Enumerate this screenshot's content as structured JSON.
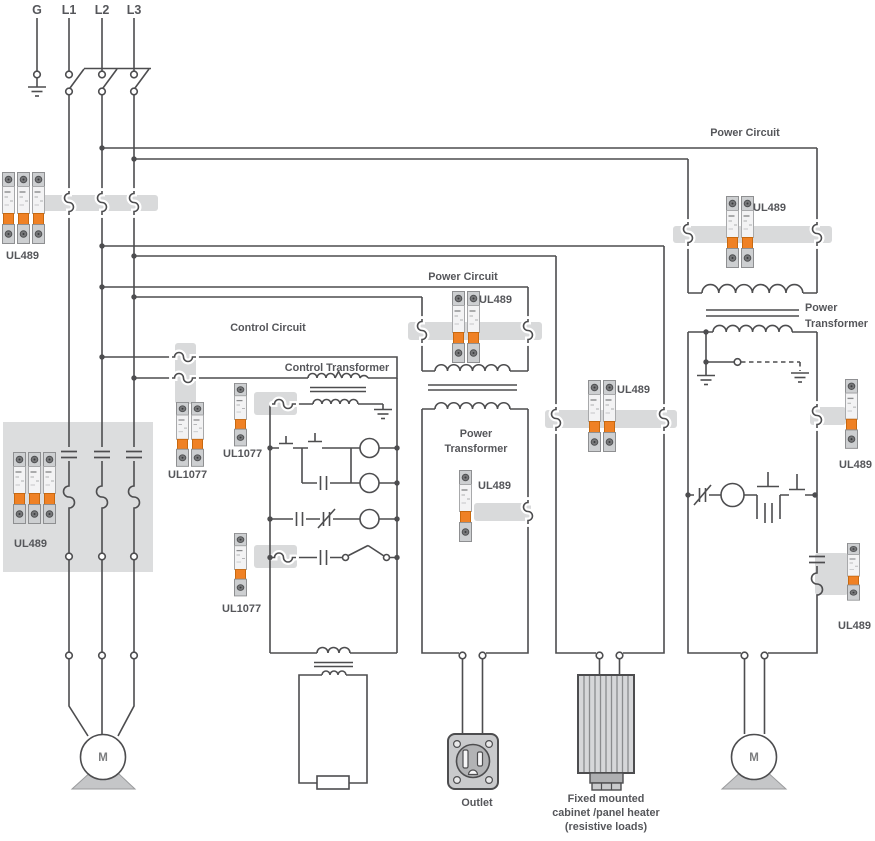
{
  "diagram": {
    "terminals": {
      "g": "G",
      "l1": "L1",
      "l2": "L2",
      "l3": "L3"
    },
    "section_labels": {
      "power_circuit_top": "Power Circuit",
      "power_circuit_mid": "Power Circuit",
      "control_circuit": "Control Circuit",
      "control_transformer": "Control Transformer",
      "power_transformer_right": {
        "line1": "Power",
        "line2": "Transformer"
      },
      "power_transformer_mid": {
        "line1": "Power",
        "line2": "Transformer"
      }
    },
    "breaker_labels": {
      "ul489": "UL489",
      "ul1077": "UL1077"
    },
    "loads": {
      "outlet": "Outlet",
      "heater": {
        "line1": "Fixed mounted",
        "line2": "cabinet /panel heater",
        "line3": "(resistive loads)"
      },
      "motor": "M"
    },
    "colors": {
      "wire": "#4d4d4f",
      "label_text": "#55565a",
      "connector_band": "#d9dadb",
      "panel_box": "#dcddde",
      "breaker_handle_orange": "#ef8125"
    }
  }
}
